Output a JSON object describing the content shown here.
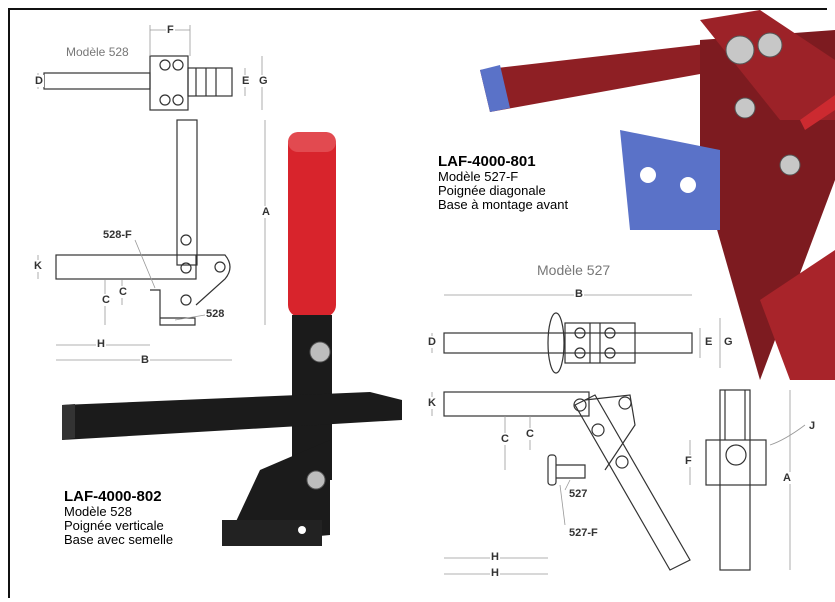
{
  "products": [
    {
      "code": "LAF-4000-802",
      "model": "Modèle 528",
      "handle": "Poignée verticale",
      "base": "Base avec semelle"
    },
    {
      "code": "LAF-4000-801",
      "model": "Modèle 527-F",
      "handle": "Poignée diagonale",
      "base": "Base à montage avant"
    }
  ],
  "drawings": {
    "left_title": "Modèle 528",
    "right_title": "Modèle 527",
    "callouts": [
      "528-F",
      "528",
      "527",
      "527-F"
    ],
    "dims_left": [
      "F",
      "D",
      "E",
      "G",
      "A",
      "K",
      "C",
      "C",
      "H",
      "B"
    ],
    "dims_right": [
      "B",
      "D",
      "E",
      "G",
      "K",
      "C",
      "C",
      "H",
      "H",
      "J",
      "F",
      "A"
    ]
  },
  "colors": {
    "handle_red": "#d8242c",
    "body_black": "#1b1b1b",
    "plate_blue": "#5a72c8",
    "clamp_red": "#8e1f24"
  }
}
